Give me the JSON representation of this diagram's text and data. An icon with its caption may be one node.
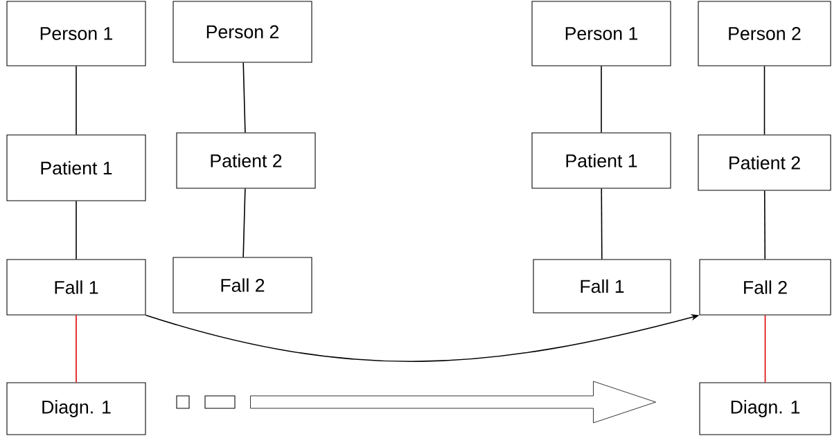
{
  "diagram": {
    "nodes": [
      {
        "text": [
          "Person 1"
        ]
      },
      {
        "text": [
          "Person 2"
        ]
      },
      {
        "text": [
          "Person 1"
        ]
      },
      {
        "text": [
          "Person 2"
        ]
      },
      {
        "text": [
          "Patient 1"
        ]
      },
      {
        "text": [
          "Patient 2"
        ]
      },
      {
        "text": [
          "Patient 1"
        ]
      },
      {
        "text": [
          "Patient 2"
        ]
      },
      {
        "text": [
          "Fall 1"
        ]
      },
      {
        "text": [
          "Fall 2"
        ]
      },
      {
        "text": [
          "Fall 1"
        ]
      },
      {
        "text": [
          "Fall 2"
        ]
      },
      {
        "text": [
          "Diagn. 1"
        ]
      },
      {
        "text": [],
        "shape": "box"
      },
      {
        "text": [],
        "shape": "box"
      },
      {
        "text": [
          "Diagn. 1"
        ]
      }
    ],
    "edges": [
      {
        "from": 0,
        "to": 4,
        "arrow": "none"
      },
      {
        "from": 1,
        "to": 5,
        "arrow": "none"
      },
      {
        "from": 2,
        "to": 6,
        "arrow": "none"
      },
      {
        "from": 3,
        "to": 7,
        "arrow": "none"
      },
      {
        "from": 4,
        "to": 8,
        "arrow": "none"
      },
      {
        "from": 5,
        "to": 9,
        "arrow": "none"
      },
      {
        "from": 6,
        "to": 10,
        "arrow": "none"
      },
      {
        "from": 7,
        "to": 11,
        "arrow": "none"
      },
      {
        "from": 8,
        "to": 12,
        "arrow": "none",
        "color": "#e00000"
      },
      {
        "from": 11,
        "to": 15,
        "arrow": "none",
        "color": "#e00000"
      },
      {
        "from": 8,
        "to": 11,
        "arrow": "to"
      },
      {
        "from": 14,
        "to": 15,
        "arrow": "to"
      }
    ]
  }
}
